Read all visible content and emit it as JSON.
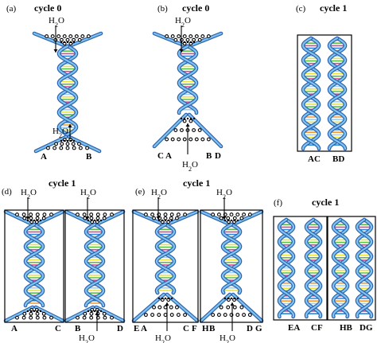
{
  "colors": {
    "strand_outer": "#2d62b0",
    "strand_inner": "#7fc4ee",
    "base_palette": [
      "#e8e23a",
      "#5cbf4a",
      "#d94a9a",
      "#2c8ad8",
      "#f39a2e",
      "#9ad2f5"
    ],
    "molecule_ring": "#000000"
  },
  "panels": [
    {
      "label": "(a)",
      "title": "cycle 0",
      "water": [
        "H2O",
        "H2O"
      ],
      "strand_labels": [
        "A",
        "B"
      ]
    },
    {
      "label": "(b)",
      "title": "cycle 0",
      "water": [
        "H2O",
        "H2O"
      ],
      "strand_labels": [
        "C",
        "A",
        "B",
        "D"
      ]
    },
    {
      "label": "(c)",
      "title": "cycle 1",
      "water": [],
      "strand_labels": [
        "AC",
        "BD"
      ]
    },
    {
      "label": "(d)",
      "title": "cycle 1",
      "water": [
        "H2O",
        "H2O",
        "H2O"
      ],
      "strand_labels": [
        "A",
        "C",
        "B",
        "D"
      ]
    },
    {
      "label": "(e)",
      "title": "cycle 1",
      "water": [
        "H2O",
        "H2O",
        "H2O",
        "H2O"
      ],
      "strand_labels": [
        "E",
        "A",
        "C",
        "F",
        "H",
        "B",
        "D",
        "G"
      ]
    },
    {
      "label": "(f)",
      "title": "cycle 1",
      "water": [],
      "strand_labels": [
        "EA",
        "CF",
        "HB",
        "DG"
      ]
    }
  ]
}
